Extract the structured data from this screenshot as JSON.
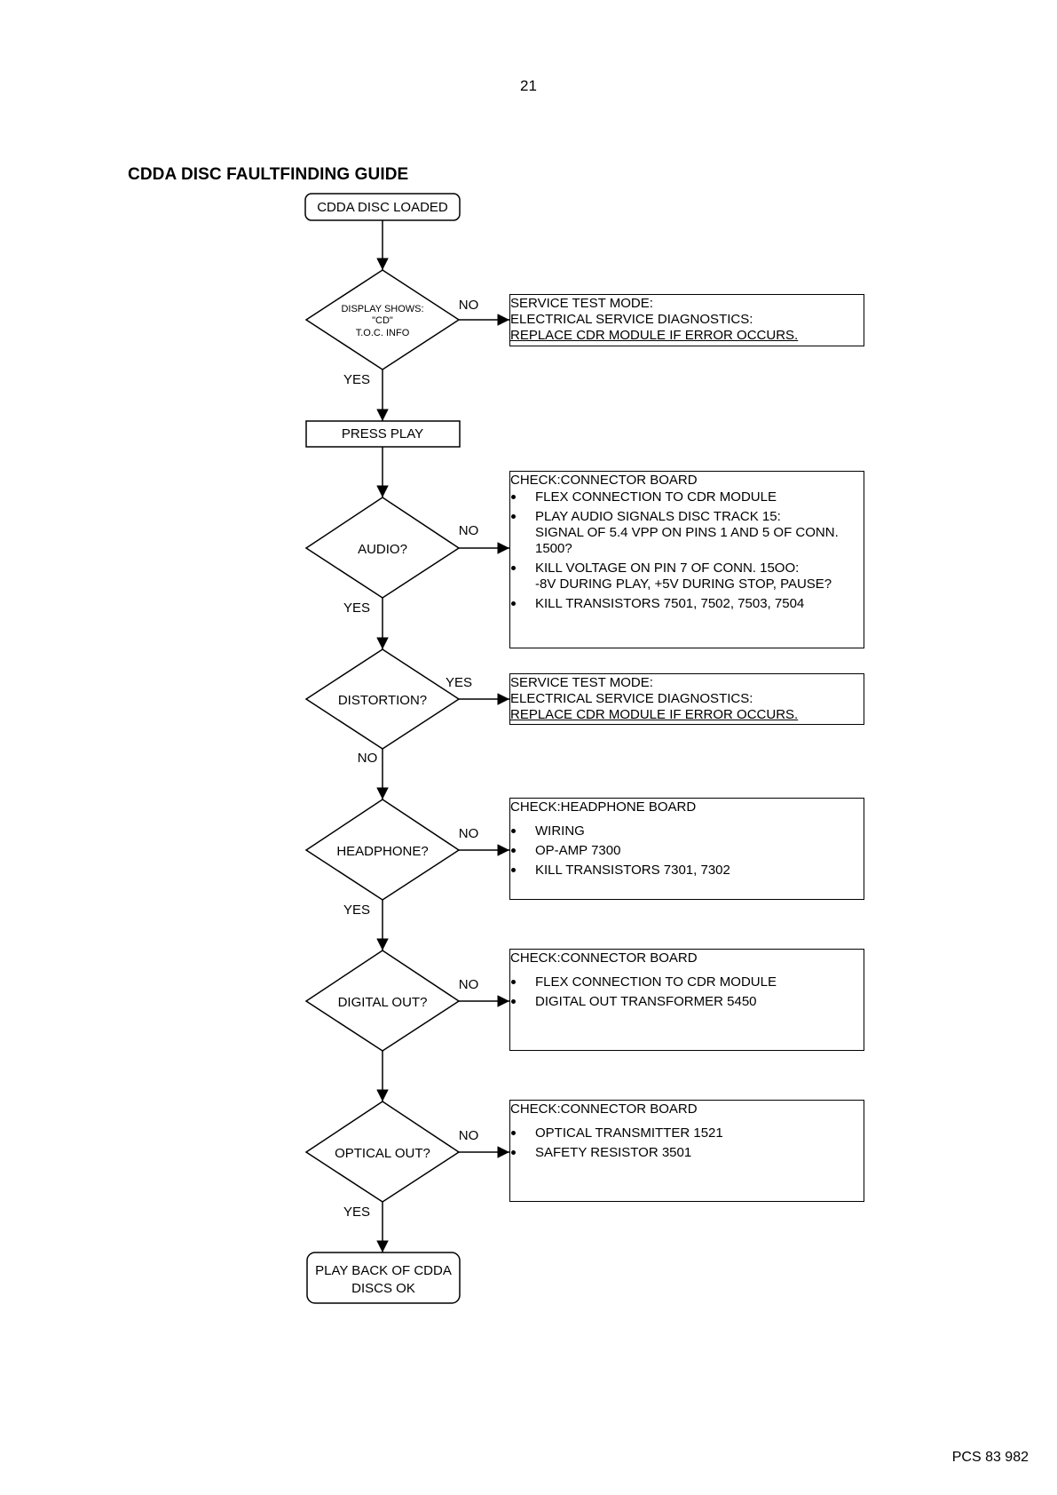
{
  "page_number": "21",
  "title": "CDDA DISC FAULTFINDING GUIDE",
  "footer_code": "PCS 83 982",
  "nodes": {
    "start": "CDDA DISC LOADED",
    "display_check": {
      "line1": "DISPLAY SHOWS:",
      "line2": "\"CD\"",
      "line3": "T.O.C. INFO"
    },
    "press_play": "PRESS PLAY",
    "audio": "AUDIO?",
    "distortion": "DISTORTION?",
    "headphone": "HEADPHONE?",
    "digital_out": "DIGITAL OUT?",
    "optical_out": "OPTICAL OUT?",
    "end": {
      "line1": "PLAY BACK OF CDDA",
      "line2": "DISCS OK"
    }
  },
  "edge_labels": {
    "display_no": "NO",
    "display_yes": "YES",
    "audio_no": "NO",
    "audio_yes": "YES",
    "distortion_yes": "YES",
    "distortion_no": "NO",
    "headphone_no": "NO",
    "headphone_yes": "YES",
    "digital_no": "NO",
    "optical_no": "NO",
    "optical_yes": "YES"
  },
  "boxes": {
    "service1": {
      "lines": [
        "SERVICE TEST MODE:",
        "ELECTRICAL SERVICE DIAGNOSTICS:",
        "REPLACE CDR MODULE IF ERROR OCCURS."
      ]
    },
    "connector1": {
      "header": "CHECK:CONNECTOR BOARD",
      "items": [
        "FLEX CONNECTION TO CDR MODULE",
        "PLAY AUDIO SIGNALS DISC TRACK 15:\nSIGNAL OF 5.4 VPP ON PINS 1 AND 5 OF CONN.\n1500?",
        "KILL VOLTAGE ON PIN 7 OF CONN. 15OO:\n-8V DURING PLAY, +5V DURING STOP, PAUSE?",
        "KILL TRANSISTORS 7501, 7502, 7503, 7504"
      ]
    },
    "service2": {
      "lines": [
        "SERVICE TEST MODE:",
        "ELECTRICAL SERVICE DIAGNOSTICS:",
        "REPLACE CDR MODULE IF ERROR OCCURS."
      ]
    },
    "headphone_board": {
      "header": "CHECK:HEADPHONE BOARD",
      "items": [
        "WIRING",
        "OP-AMP 7300",
        "KILL TRANSISTORS 7301, 7302"
      ]
    },
    "connector2": {
      "header": "CHECK:CONNECTOR BOARD",
      "items": [
        "FLEX CONNECTION TO CDR MODULE",
        "DIGITAL OUT TRANSFORMER 5450"
      ]
    },
    "connector3": {
      "header": "CHECK:CONNECTOR BOARD",
      "items": [
        "OPTICAL TRANSMITTER 1521",
        "SAFETY RESISTOR 3501"
      ]
    }
  }
}
